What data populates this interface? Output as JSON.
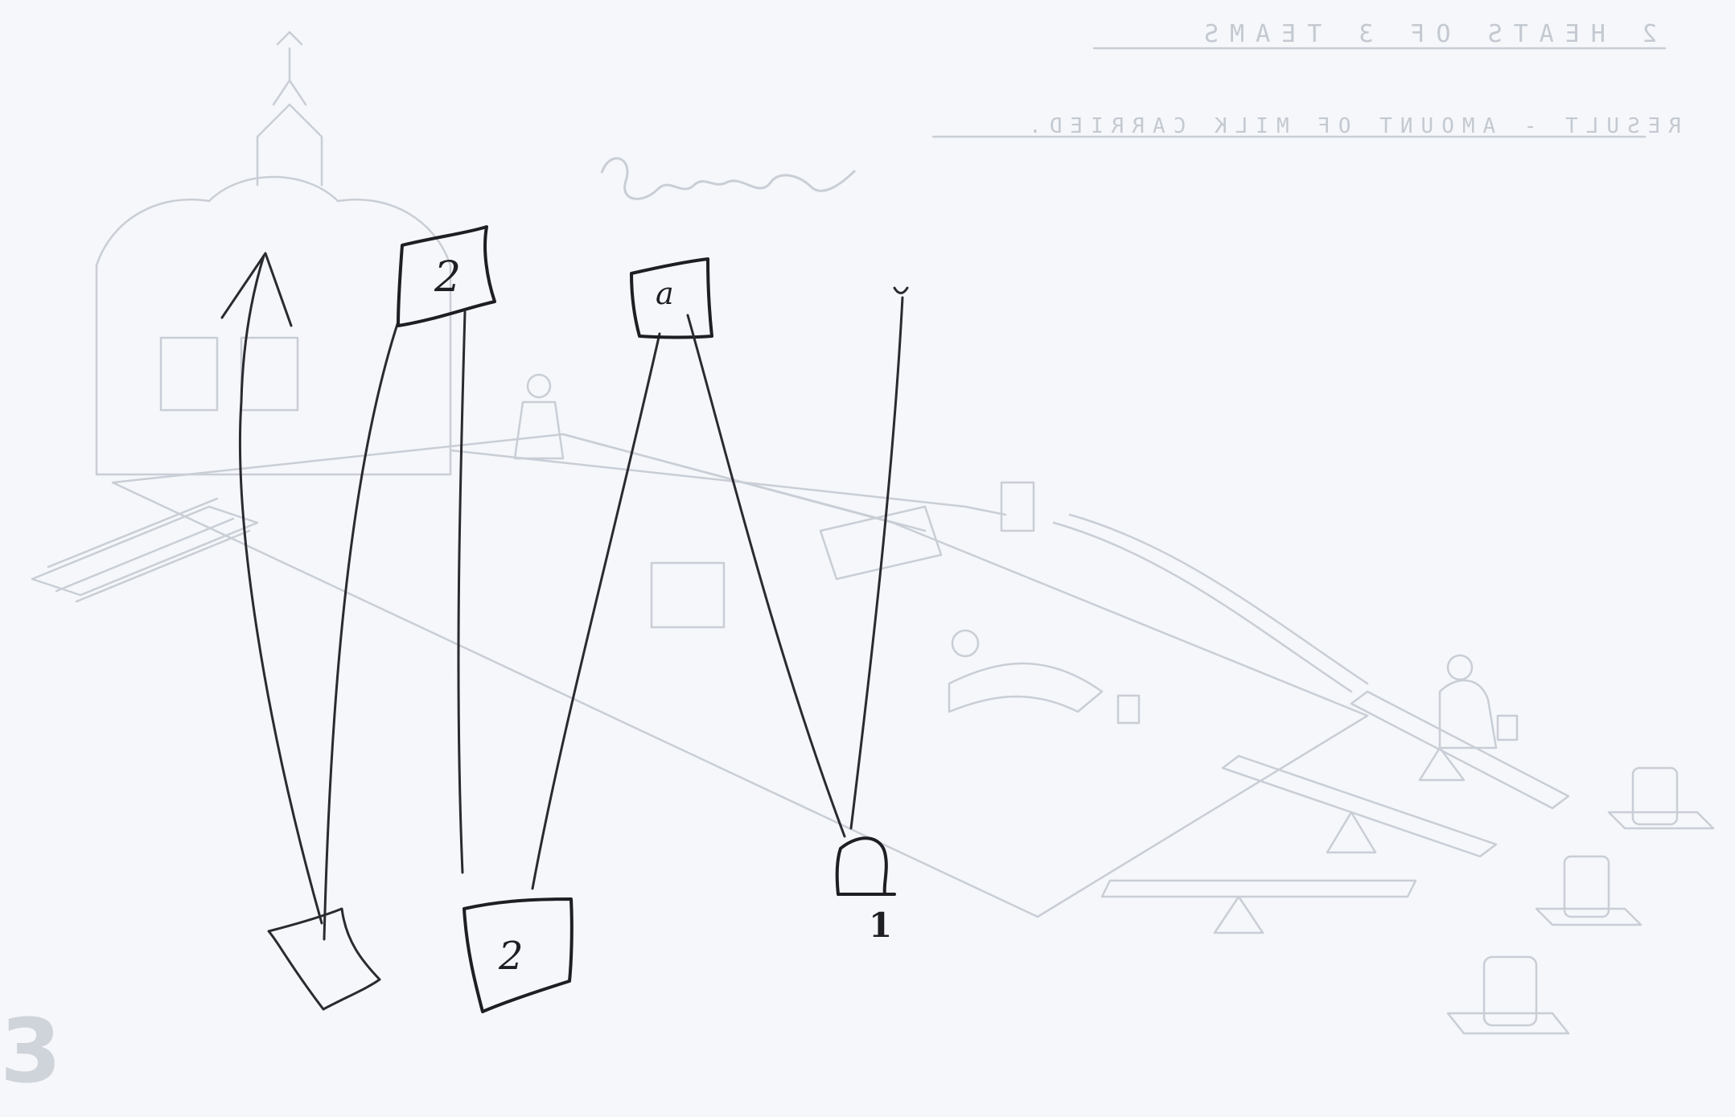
{
  "background_note_lines": [
    "2 HEATS OF 3 TEAMS",
    "RESULT - AMOUNT OF MILK CARRIED."
  ],
  "page_number": "3",
  "box_labels": {
    "top_left_box": "2",
    "top_right_box": "a",
    "bottom_box": "2",
    "end_mark": "1"
  },
  "colors": {
    "paper": "#f5f7fa",
    "ink": "#1e1e24",
    "ghost": "#c9ced6"
  }
}
